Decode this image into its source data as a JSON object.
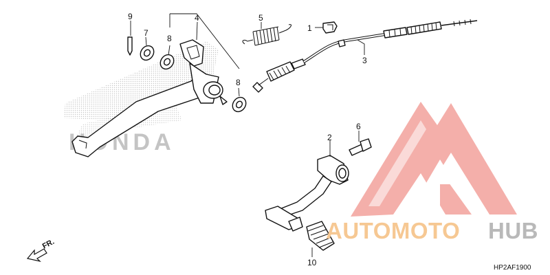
{
  "diagram": {
    "callouts": [
      {
        "id": "1",
        "label": "1"
      },
      {
        "id": "2",
        "label": "2"
      },
      {
        "id": "3",
        "label": "3"
      },
      {
        "id": "4",
        "label": "4"
      },
      {
        "id": "5",
        "label": "5"
      },
      {
        "id": "6",
        "label": "6"
      },
      {
        "id": "7",
        "label": "7"
      },
      {
        "id": "8a",
        "label": "8"
      },
      {
        "id": "8b",
        "label": "8"
      },
      {
        "id": "9",
        "label": "9"
      },
      {
        "id": "10",
        "label": "10"
      }
    ],
    "direction_label": "FR.",
    "diagram_code": "HP2AF1900"
  },
  "watermarks": {
    "honda_text": "HONDA",
    "brand_part1": "AUTOMOTO",
    "brand_part2": "HUB"
  },
  "colors": {
    "watermark_red": "#f3a7a1",
    "watermark_orange": "#f6c893",
    "watermark_gray": "#b9b9b9",
    "line": "#111111"
  }
}
